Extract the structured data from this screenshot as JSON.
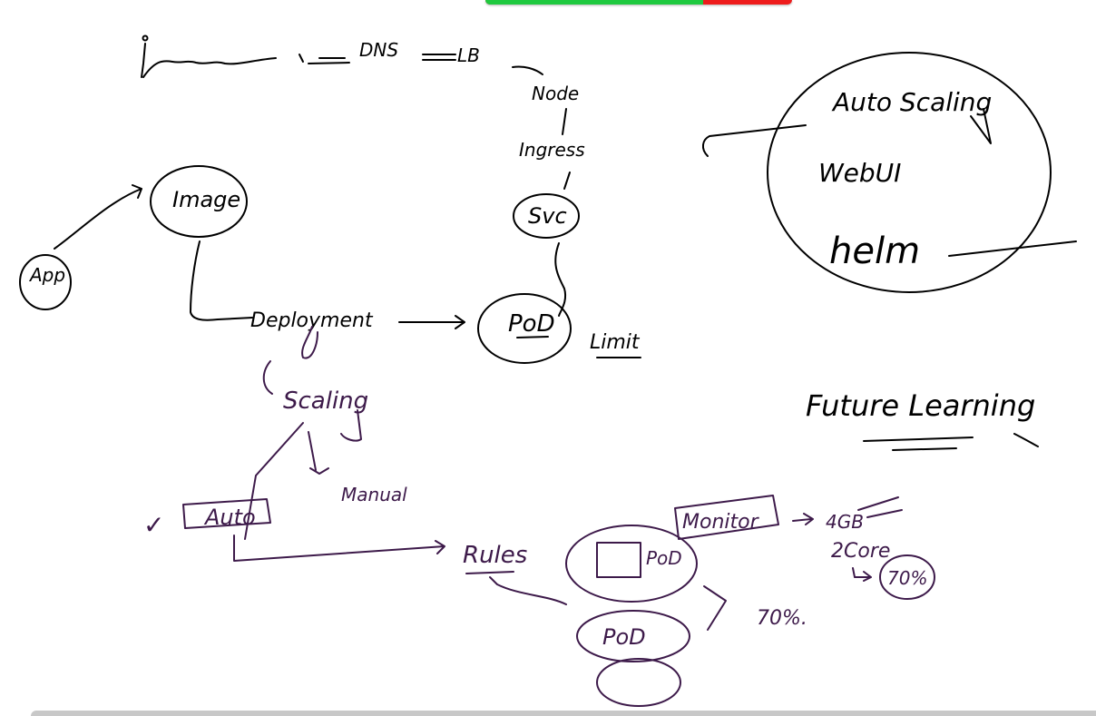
{
  "colors": {
    "black_ink": "#000000",
    "purple_ink": "#3d1a4a",
    "progress_done": "#1fc93f",
    "progress_remaining": "#ee1c1c",
    "background": "#ffffff"
  },
  "progress": {
    "fraction": 0.71
  },
  "flow": {
    "dns": "DNS",
    "lb": "LB",
    "node": "Node",
    "ingress": "Ingress",
    "svc": "Svc"
  },
  "nodes": {
    "app": "App",
    "image": "Image",
    "deployment": "Deployment",
    "pod_main": "PoD",
    "limit": "Limit"
  },
  "future": {
    "autoscaling": "Auto Scaling",
    "webui": "WebUI",
    "helm": "helm",
    "title": "Future Learning"
  },
  "scaling": {
    "title": "Scaling",
    "manual": "Manual",
    "auto": "Auto",
    "rules": "Rules",
    "check": "✓"
  },
  "monitoring": {
    "monitor": "Monitor",
    "pod_a": "PoD",
    "pod_b": "PoD",
    "memory": "4GB",
    "cores": "2Core",
    "threshold_circled": "70%",
    "threshold": "70%."
  }
}
